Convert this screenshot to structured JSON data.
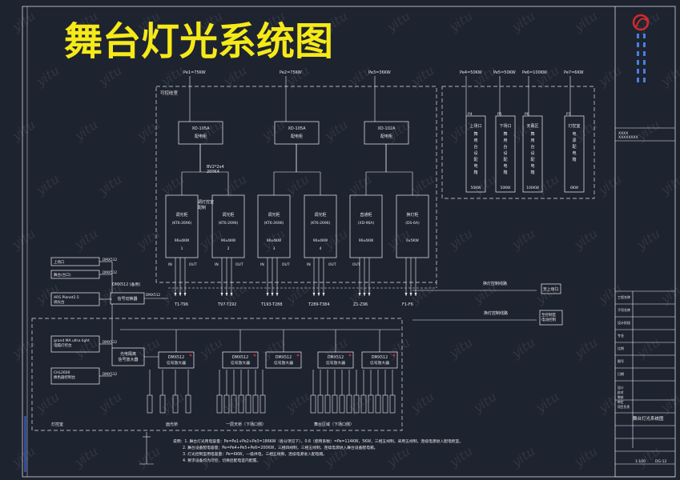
{
  "title": "舞台灯光系统图",
  "logo_color": "#d42a2a",
  "accent_title_color": "#f5ea18",
  "line_color": "#f0f0f0",
  "watermark": "yitu",
  "top_labels": [
    "Pe1=75KW",
    "Pe2=75KW",
    "Pe3=36KW",
    "Pe4=50KW",
    "Pe5=50KW",
    "Pe6=100KW",
    "Pe7=6KW"
  ],
  "dimmer_room_label": "可控硅室",
  "distribution_panels": [
    {
      "model": "XD-105A",
      "name": "配电柜"
    },
    {
      "model": "XD-105A",
      "name": "配电柜"
    },
    {
      "model": "XD-102A",
      "name": "配电柜"
    }
  ],
  "cable_note_1": "BV2*2x4",
  "cable_note_2": "20YK4",
  "cabinets": [
    {
      "name": "调光柜",
      "model": "(KT6-2696)",
      "power": "96x4KW",
      "index": "1"
    },
    {
      "name": "调光柜",
      "model": "(KT6-2696)",
      "power": "96x4KW",
      "index": "2"
    },
    {
      "name": "调光柜",
      "model": "(KT6-2696)",
      "power": "96x4KW",
      "index": "3"
    },
    {
      "name": "调光柜",
      "model": "(KT6-2696)",
      "power": "96x4KW",
      "index": "4"
    },
    {
      "name": "直通柜",
      "model": "(XD-96A)",
      "power": "96x4KW",
      "index": ""
    },
    {
      "name": "换灯柜",
      "model": "(DS-6A)",
      "power": "6x5KW",
      "index": ""
    }
  ],
  "side_note": "调灯控室\n配制",
  "right_panels": [
    {
      "code": "P4",
      "lines": [
        "上场口",
        "舞",
        "用",
        "台",
        "设",
        "配",
        "电",
        "箱"
      ],
      "power": "50KW"
    },
    {
      "code": "P5",
      "lines": [
        "下场口",
        "舞",
        "用",
        "台",
        "设",
        "配",
        "电",
        "箱"
      ],
      "power": "50KW"
    },
    {
      "code": "P6",
      "lines": [
        "天幕区",
        "舞",
        "用",
        "台",
        "设",
        "配",
        "电",
        "箱"
      ],
      "power": "100KW"
    },
    {
      "code": "P7",
      "lines": [
        "灯控室",
        "电",
        "源",
        "配",
        "电",
        "箱"
      ],
      "power": "6KW"
    }
  ],
  "circuit_ranges": [
    "T1-T96",
    "T97-T192",
    "T193-T288",
    "T289-T384",
    "Z1-Z96",
    "F1-F6"
  ],
  "port_labels": [
    "IN",
    "OUT",
    "IN",
    "OUT",
    "IN",
    "OUT",
    "IN",
    "OUT",
    "OUT"
  ],
  "left_sources": [
    {
      "name": "上场口",
      "signal": "DMX512"
    },
    {
      "name": "舞台(台口)",
      "signal": "DMX512"
    },
    {
      "name": "ARS Planet2.5\n调光台",
      "signal": ""
    },
    {
      "name": "grand MA ultra light\n电脑灯控台",
      "signal": "DMX512"
    },
    {
      "name": "CHL2600\n换色器控制台",
      "signal": "DMX512"
    }
  ],
  "dmx_label": "DMX512 (备用)",
  "signal_switch": "信号切换器",
  "signal_splitter": "光电隔离\n信号放大器",
  "amplifiers": [
    {
      "name": "DMX512\n信号放大器"
    },
    {
      "name": "DMX512\n信号放大器"
    },
    {
      "name": "DMX512\n信号放大器"
    },
    {
      "name": "DMX512\n信号放大器"
    },
    {
      "name": "DMX512\n信号放大器"
    }
  ],
  "bottom_group_labels": [
    "面光桥",
    "一层天桥（下场口侧）",
    "舞台区域（下场口侧）"
  ],
  "right_notes": [
    "换灯控制线路",
    "换灯控制线路",
    "至上场口",
    "至控制室\n电动控制"
  ],
  "lamp_room": "灯控室",
  "notes": [
    "说明：1. 舞台灯光用电容量：Pe=Pe1+Pe2+Pe3=186KW（各分项见下），0.6（使用系数）=Pe=114KW，5KW，三相五线制，采用五线制，连续电源进入配电柜室。",
    "2. 舞台设备配电容量：Pe=Pe4+Pe5+Pe6=200KW，三相四线制，三相五线制，连续电源进入舞台设备配电箱。",
    "3. 灯光控制室用电容量：Pe=6KW，一级供电，三相五线制，连续电源进入配电箱。",
    "4. 要求设备均为可控，切换后配电室内配置。"
  ],
  "title_block": {
    "company_lines": [
      "XXXX",
      "XXXXXXXX"
    ],
    "field_labels": [
      "工程名称",
      "子项名称",
      "设计阶段",
      "专业",
      "比例",
      "图号",
      "日期"
    ],
    "drawing_title": "舞台灯光系统图",
    "scale": "1:100",
    "sheet_no": "DG-12",
    "sign_rows": [
      "设计",
      "校对",
      "审核",
      "审定",
      "项目负责"
    ]
  }
}
